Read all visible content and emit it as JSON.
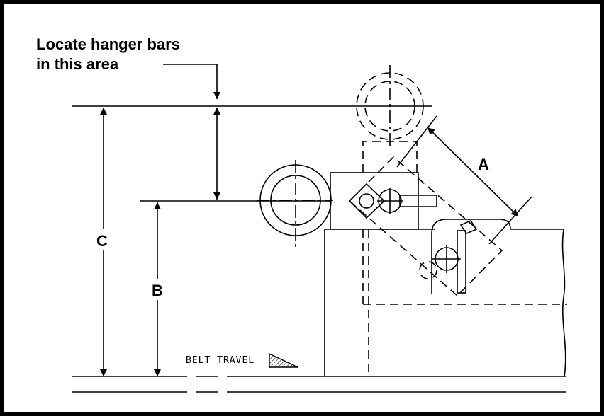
{
  "note": {
    "line1": "Locate hanger bars",
    "line2": "in this area"
  },
  "dimensions": {
    "a": "A",
    "b": "B",
    "c": "C"
  },
  "belt_travel": "BELT TRAVEL"
}
